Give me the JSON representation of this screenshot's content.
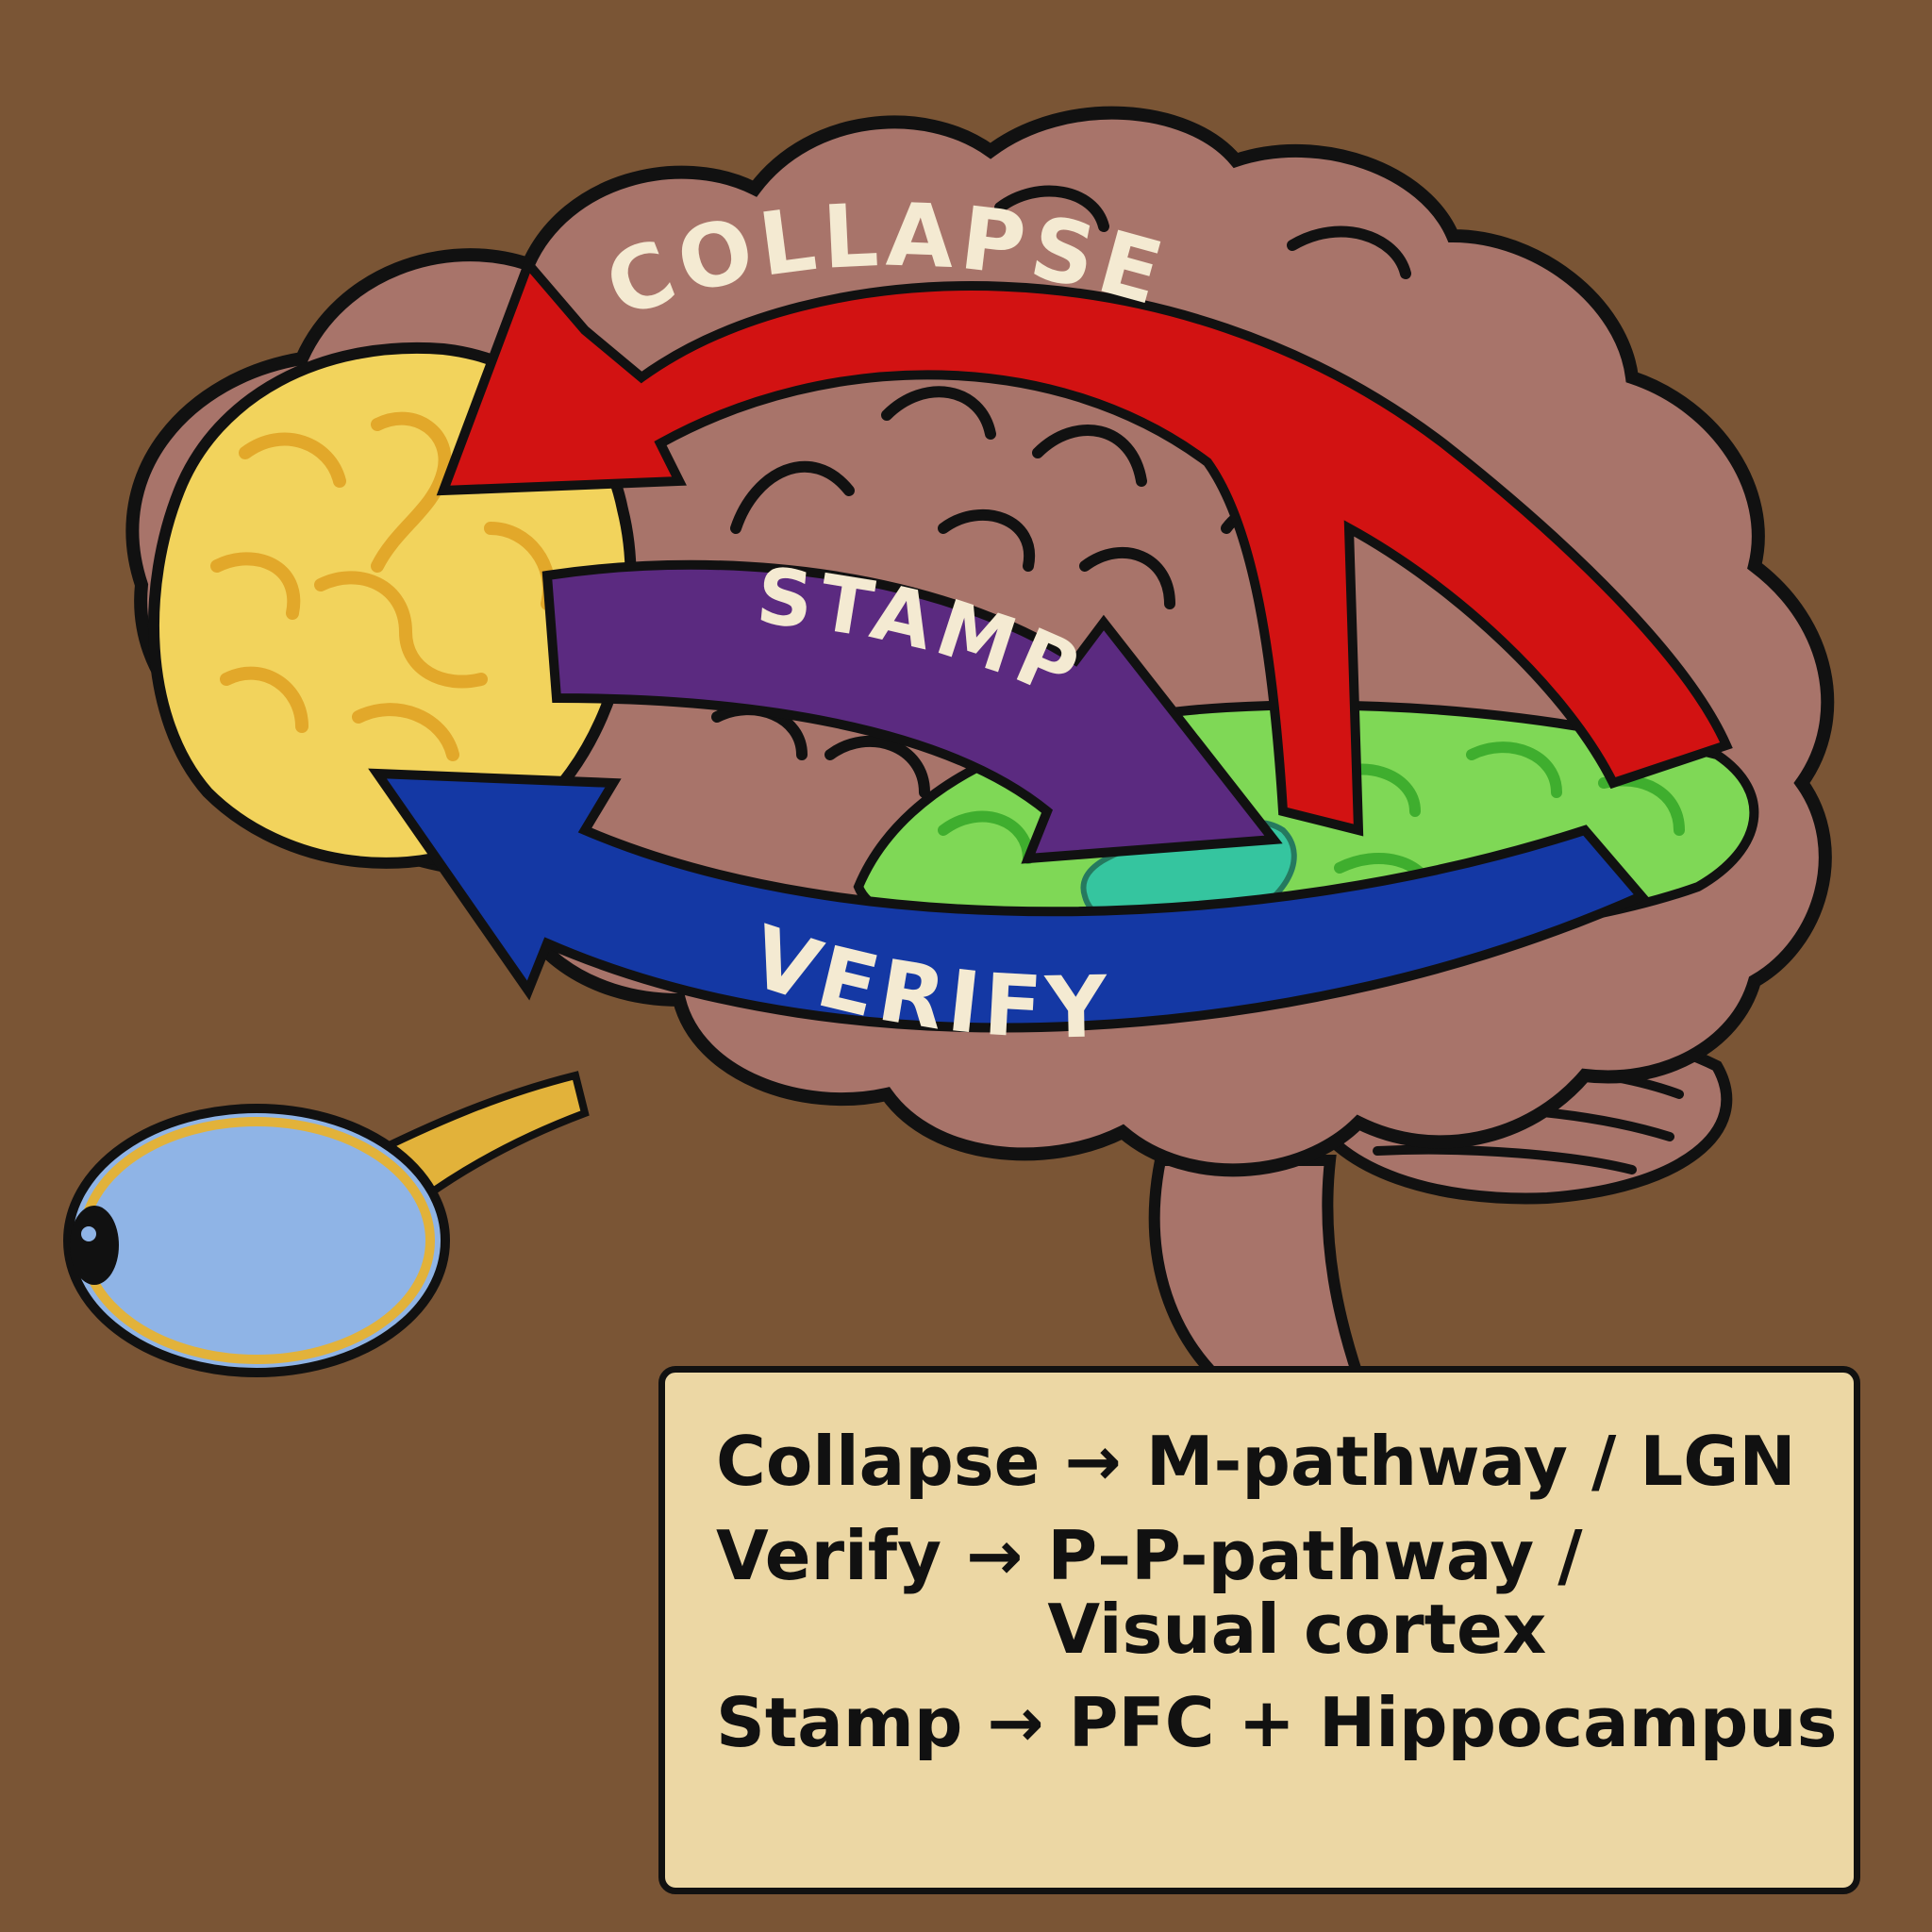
{
  "arrows": {
    "collapse": {
      "label": "COLLAPSE",
      "color": "#d21212"
    },
    "stamp": {
      "label": "STAMP",
      "color": "#5b2a80"
    },
    "verify": {
      "label": "VERIFY",
      "color": "#1438a4"
    }
  },
  "regions": {
    "frontal_color": "#f2d35c",
    "temporal_color": "#7fd856",
    "hippocampus_color": "#2ec4a8",
    "cortex_color": "#a8746a",
    "eye_color": "#8fb4e6"
  },
  "legend": {
    "rows": [
      {
        "term": "Collapse",
        "arrow": "→",
        "desc_lines": [
          "M-pathway / LGN"
        ]
      },
      {
        "term": "Verify",
        "arrow": "→",
        "desc_lines": [
          "P–P-pathway /",
          "Visual cortex"
        ]
      },
      {
        "term": "Stamp",
        "arrow": "→",
        "desc_lines": [
          "PFC + Hippocampus"
        ]
      }
    ]
  }
}
